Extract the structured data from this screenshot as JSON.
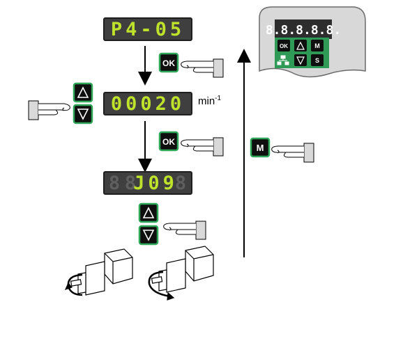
{
  "colors": {
    "display_bg": "#3f3f3f",
    "display_border": "#1e1e1e",
    "segment_lit": "#bfe32b",
    "segment_dim": "#5f5f5f",
    "key_bg": "#0f0f0f",
    "key_border": "#2fa85a",
    "device_body": "#d8d8d8",
    "device_panel": "#2d2d2d",
    "keypad_bg": "#2e9a55"
  },
  "device": {
    "display_text": "8.8.8.8.8.",
    "keys": [
      "OK",
      "△",
      "M",
      "▽",
      "S"
    ]
  },
  "steps": {
    "display1_text": "P4-05",
    "display2_text": "00020",
    "display3_text": "J09",
    "unit_label": "min",
    "unit_exponent": "-1"
  },
  "keys": {
    "ok_label": "OK",
    "mode_label": "M",
    "up_icon": "triangle-up",
    "down_icon": "triangle-down"
  }
}
